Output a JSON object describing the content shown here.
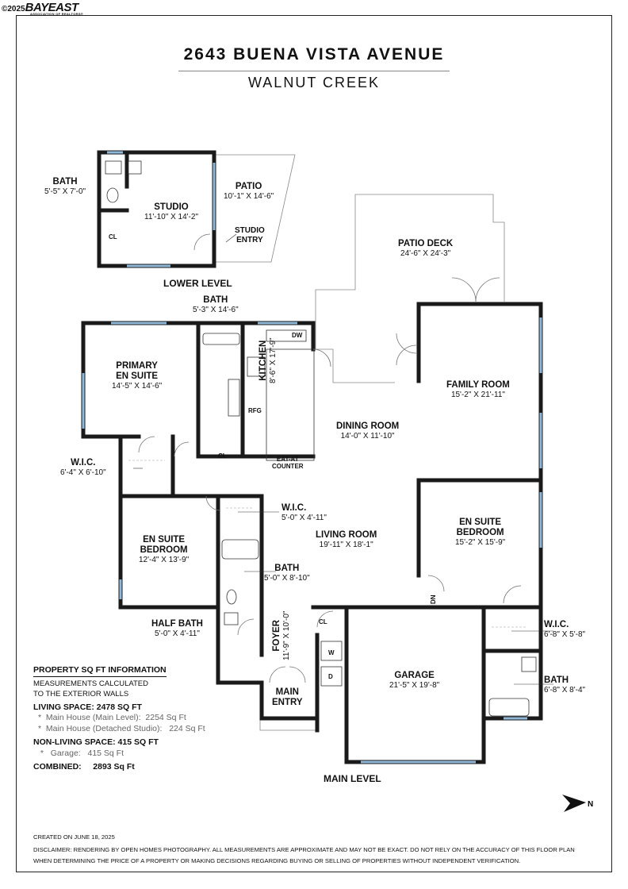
{
  "header": {
    "copyright": "©2025",
    "logo_brand": "BAYEAST",
    "logo_tagline": "ASSOCIATION OF REALTORS®"
  },
  "title": "2643 BUENA VISTA AVENUE",
  "subtitle": "WALNUT CREEK",
  "rooms": {
    "bath_lower": {
      "name": "BATH",
      "dims": "5'-5\" X 7'-0\""
    },
    "studio": {
      "name": "STUDIO",
      "dims": "11'-10\" X 14'-2\""
    },
    "patio": {
      "name": "PATIO",
      "dims": "10'-1\" X 14'-6\""
    },
    "studio_entry": {
      "name_l1": "STUDIO",
      "name_l2": "ENTRY"
    },
    "cl_lower": {
      "name": "CL"
    },
    "patio_deck": {
      "name": "PATIO DECK",
      "dims": "24'-6\" X 24'-3\""
    },
    "bath_primary": {
      "name": "BATH",
      "dims": "5'-3\" X 14'-6\""
    },
    "primary_suite": {
      "name_l1": "PRIMARY",
      "name_l2": "EN SUITE",
      "dims": "14'-5\" X 14'-6\""
    },
    "kitchen": {
      "name": "KITCHEN",
      "dims": "8'-6\" X 17'-9\""
    },
    "dw": {
      "name": "DW"
    },
    "rfg": {
      "name": "RFG"
    },
    "family_room": {
      "name": "FAMILY ROOM",
      "dims": "15'-2\" X 21'-11\""
    },
    "dining_room": {
      "name": "DINING ROOM",
      "dims": "14'-0\" X 11'-10\""
    },
    "wic_primary": {
      "name": "W.I.C.",
      "dims": "6'-4\" X 6'-10\""
    },
    "cl_main": {
      "name": "CL"
    },
    "eat_at": {
      "name_l1": "EAT-AT",
      "name_l2": "COUNTER"
    },
    "wic_mid": {
      "name": "W.I.C.",
      "dims": "5'-0\" X 4'-11\""
    },
    "en_suite_left": {
      "name_l1": "EN SUITE",
      "name_l2": "BEDROOM",
      "dims": "12'-4\" X 13'-9\""
    },
    "living_room": {
      "name": "LIVING ROOM",
      "dims": "19'-11\" X 18'-1\""
    },
    "en_suite_right": {
      "name_l1": "EN SUITE",
      "name_l2": "BEDROOM",
      "dims": "15'-2\" X 15'-9\""
    },
    "bath_mid": {
      "name": "BATH",
      "dims": "5'-0\" X 8'-10\""
    },
    "half_bath": {
      "name": "HALF BATH",
      "dims": "5'-0\" X 4'-11\""
    },
    "foyer": {
      "name": "FOYER",
      "dims": "11'-9\" X 10'-0\""
    },
    "cl_foyer": {
      "name": "CL"
    },
    "dn": {
      "name": "DN"
    },
    "washer": {
      "name": "W"
    },
    "dryer": {
      "name": "D"
    },
    "garage": {
      "name": "GARAGE",
      "dims": "21'-5\" X 19'-8\""
    },
    "wic_right": {
      "name": "W.I.C.",
      "dims": "6'-8\" X 5'-8\""
    },
    "bath_right": {
      "name": "BATH",
      "dims": "6'-8\" X 8'-4\""
    },
    "main_entry": {
      "name_l1": "MAIN",
      "name_l2": "ENTRY"
    }
  },
  "levels": {
    "lower": "LOWER LEVEL",
    "main": "MAIN LEVEL"
  },
  "sqft_info": {
    "heading": "PROPERTY SQ FT INFORMATION",
    "calc_l1": "MEASUREMENTS CALCULATED",
    "calc_l2": "TO THE EXTERIOR WALLS",
    "living_label": "LIVING SPACE: 2478 SQ FT",
    "living_main": "Main House (Main Level):",
    "living_main_val": "2254 Sq Ft",
    "living_studio": "Main House (Detached Studio):",
    "living_studio_val": "224 Sq Ft",
    "nonliving_label": "NON-LIVING SPACE: 415 SQ FT",
    "garage": "Garage:",
    "garage_val": "415 Sq Ft",
    "combined_label": "COMBINED:",
    "combined_val": "2893  Sq Ft"
  },
  "footer": {
    "created": "CREATED ON JUNE 18, 2025",
    "disclaimer_l1": "DISCLAIMER: RENDERING BY OPEN HOMES PHOTOGRAPHY. ALL MEASUREMENTS ARE APPROXIMATE AND MAY NOT BE EXACT. DO NOT RELY ON THE ACCURACY OF THIS FLOOR PLAN",
    "disclaimer_l2": "WHEN DETERMINING THE PRICE OF A PROPERTY OR MAKING DECISIONS REGARDING BUYING OR SELLING OF PROPERTIES WITHOUT INDEPENDENT VERIFICATION."
  },
  "north_label": "N",
  "colors": {
    "wall": "#1a1a1a",
    "window": "#8fb8d8",
    "thin": "#777777"
  }
}
